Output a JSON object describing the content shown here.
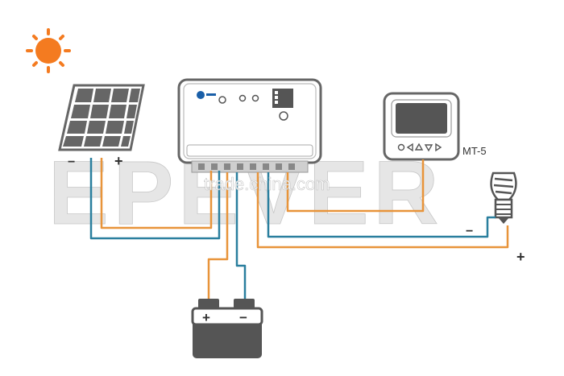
{
  "panel": {
    "minus_label": "−",
    "plus_label": "+"
  },
  "meter": {
    "model_label": "MT-5"
  },
  "load": {
    "minus_label": "−",
    "plus_label": "+"
  },
  "battery": {
    "plus_label": "+",
    "minus_label": "−"
  },
  "watermark": {
    "text": "trade.china.com",
    "background_text": "EPEVER"
  },
  "colors": {
    "positive_wire": "#e8943a",
    "negative_wire": "#2a7f9e",
    "sun": "#f47b20",
    "device_dark": "#555555"
  },
  "icons": [
    "sun-icon",
    "solar-panel-icon",
    "charge-controller-icon",
    "remote-meter-icon",
    "light-bulb-icon",
    "battery-icon"
  ]
}
